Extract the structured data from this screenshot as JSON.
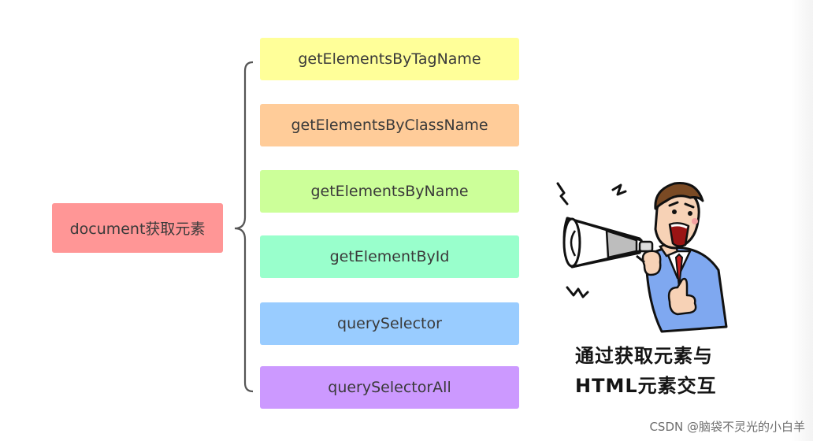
{
  "root": {
    "label": "document获取元素",
    "color": "#ff9696"
  },
  "branches": [
    {
      "label": "getElementsByTagName",
      "color": "#ffff99"
    },
    {
      "label": "getElementsByClassName",
      "color": "#ffcc99"
    },
    {
      "label": "getElementsByName",
      "color": "#ccff99"
    },
    {
      "label": "getElementById",
      "color": "#99ffcc"
    },
    {
      "label": "querySelector",
      "color": "#99ccff"
    },
    {
      "label": "querySelectorAll",
      "color": "#cc99ff"
    }
  ],
  "illustration": {
    "icon": "megaphone-man-icon",
    "caption_line1": "通过获取元素与",
    "caption_line2": "HTML元素交互"
  },
  "watermark": "CSDN @脑袋不灵光的小白羊"
}
